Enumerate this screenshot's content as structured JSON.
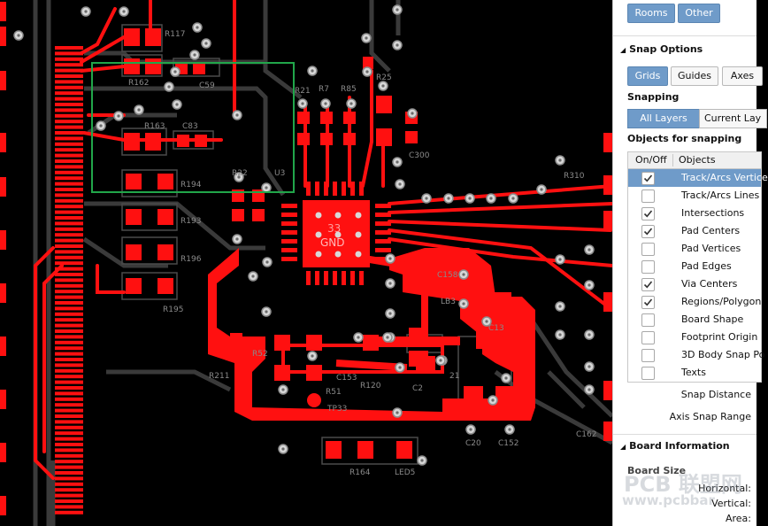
{
  "pcb": {
    "labels": {
      "r117": "R117",
      "r162": "R162",
      "c59": "C59",
      "r163": "R163",
      "c83": "C83",
      "r194": "R194",
      "r193": "R193",
      "r196": "R196",
      "r195": "R195",
      "r21": "R21",
      "r7": "R7",
      "r85": "R85",
      "r25": "R25",
      "c300": "C300",
      "r22": "R22",
      "u3": "U3",
      "pad33": "33",
      "gnd": "GND",
      "r310": "R310",
      "c158": "C158",
      "lb3": "LB3",
      "c13": "C13",
      "r52": "R52",
      "r211": "R211",
      "c153": "C153",
      "r51": "R51",
      "r120": "R120",
      "c2": "C2",
      "c21": "21",
      "tp33": "TP33",
      "c20": "C20",
      "c152": "C152",
      "c162": "C162",
      "r164": "R164",
      "led5": "LED5"
    },
    "colors": {
      "copper": "#ff1010",
      "silk": "#8a8a8a",
      "trace_grey": "#3a3a3a",
      "selection": "#21a64a"
    }
  },
  "panel": {
    "top_buttons": [
      "Rooms",
      "Other"
    ],
    "snap_options_title": "Snap Options",
    "snap_tabs": [
      "Grids",
      "Guides",
      "Axes"
    ],
    "snapping_label": "Snapping",
    "layer_seg": [
      "All Layers",
      "Current Lay"
    ],
    "objects_label": "Objects for snapping",
    "table": {
      "col_onoff": "On/Off",
      "col_objects": "Objects",
      "rows": [
        {
          "name": "Track/Arcs Vertice",
          "checked": true,
          "selected": true
        },
        {
          "name": "Track/Arcs Lines",
          "checked": false,
          "selected": false
        },
        {
          "name": "Intersections",
          "checked": true,
          "selected": false
        },
        {
          "name": "Pad Centers",
          "checked": true,
          "selected": false
        },
        {
          "name": "Pad Vertices",
          "checked": false,
          "selected": false
        },
        {
          "name": "Pad Edges",
          "checked": false,
          "selected": false
        },
        {
          "name": "Via Centers",
          "checked": true,
          "selected": false
        },
        {
          "name": "Regions/Polygon",
          "checked": true,
          "selected": false
        },
        {
          "name": "Board Shape",
          "checked": false,
          "selected": false
        },
        {
          "name": "Footprint Origin",
          "checked": false,
          "selected": false
        },
        {
          "name": "3D Body Snap Po",
          "checked": false,
          "selected": false
        },
        {
          "name": "Texts",
          "checked": false,
          "selected": false
        }
      ]
    },
    "snap_distance": "Snap Distance",
    "axis_snap_range": "Axis Snap Range",
    "board_info_title": "Board Information",
    "board_size": "Board Size",
    "horizontal": "Horizontal:",
    "vertical": "Vertical:",
    "area": "Area:",
    "watermark_logo": "PCB 联盟网",
    "watermark_url": "www.pcbbar"
  }
}
